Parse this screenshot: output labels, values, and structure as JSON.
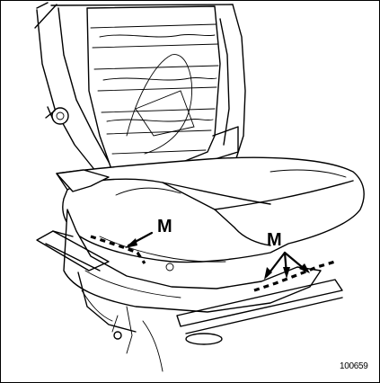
{
  "labels": {
    "callout_left": "M",
    "callout_right": "M",
    "reference_number": "100659"
  },
  "colors": {
    "line": "#000000",
    "background": "#ffffff"
  }
}
